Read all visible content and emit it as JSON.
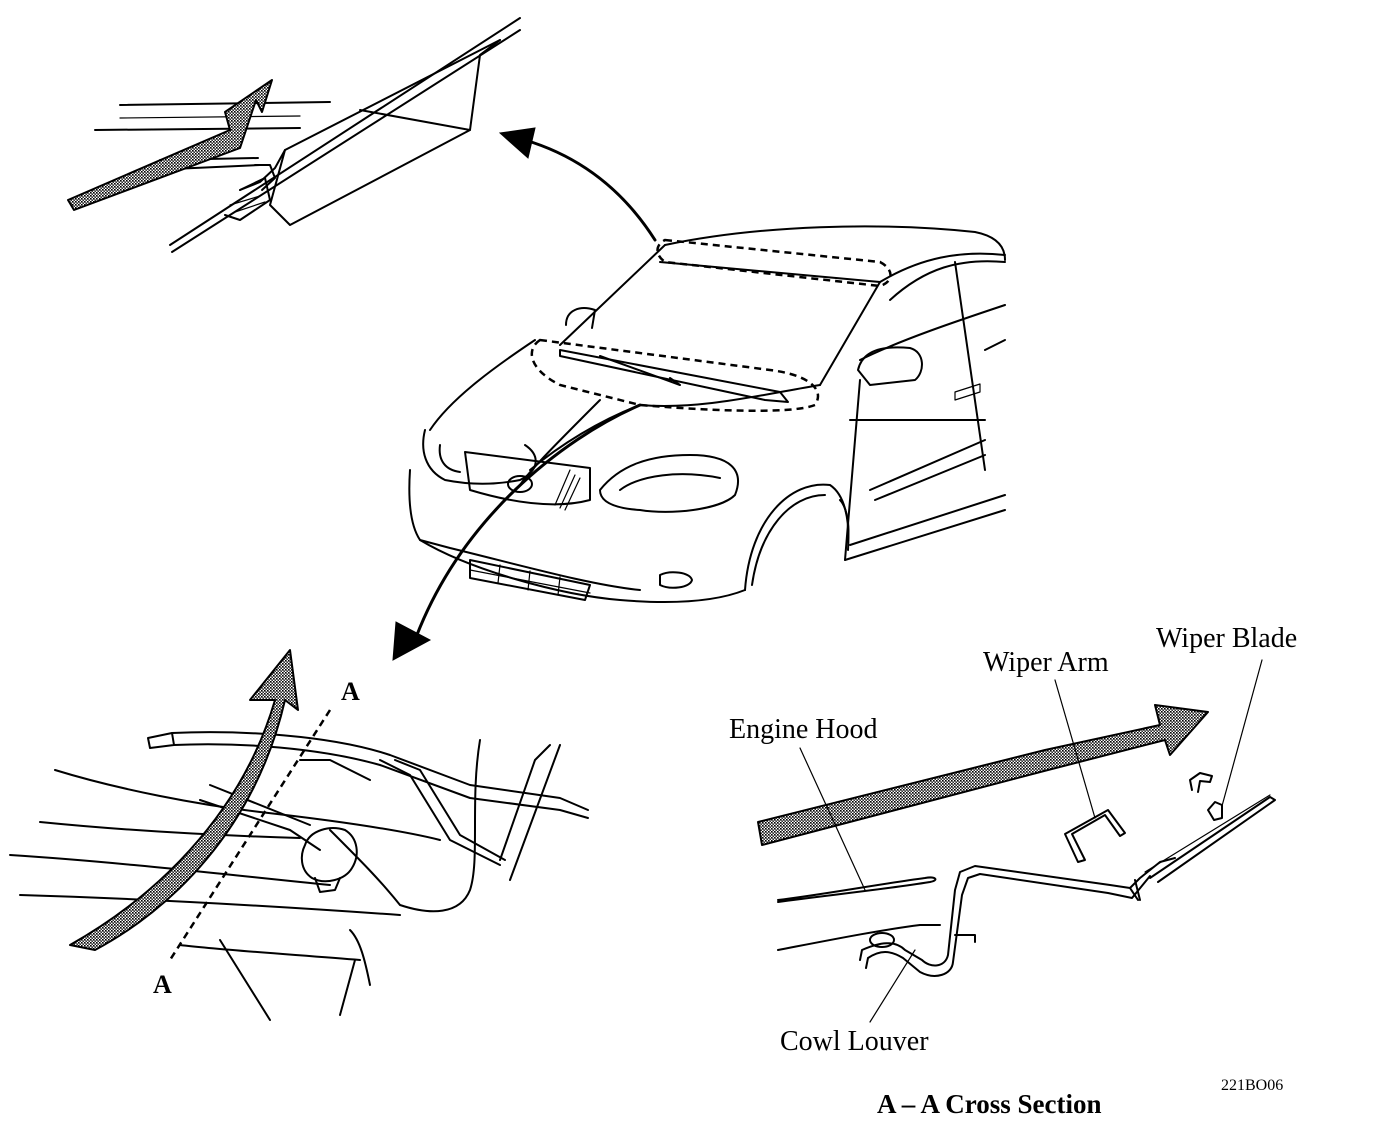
{
  "labels": {
    "engine_hood": "Engine Hood",
    "wiper_arm": "Wiper Arm",
    "wiper_blade": "Wiper Blade",
    "cowl_louver": "Cowl Louver",
    "section_mark_top": "A",
    "section_mark_bottom": "A",
    "cross_section_title": "A – A Cross Section",
    "figure_code": "221BO06"
  },
  "icons": {
    "flow_arrow": "airflow-arrow-icon",
    "pointer_arrow": "curved-pointer-arrow-icon"
  },
  "colors": {
    "line": "#000000",
    "background": "#ffffff",
    "arrow_fill": "#9a9a9a"
  }
}
